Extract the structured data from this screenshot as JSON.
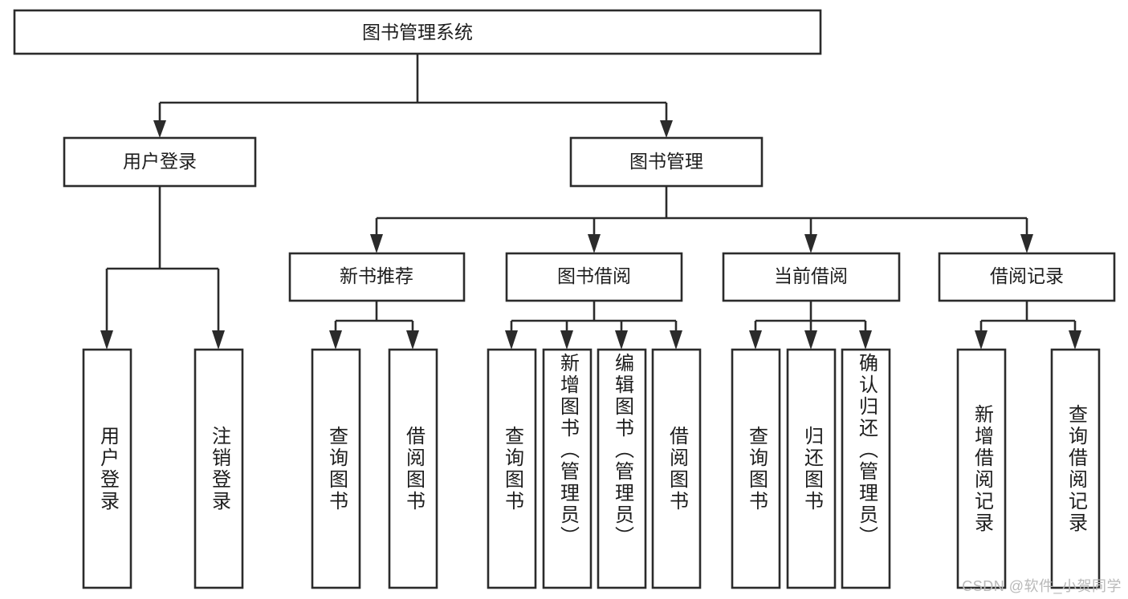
{
  "diagram": {
    "title": "图书管理系统",
    "watermark": "CSDN @软件_小贺同学",
    "colors": {
      "box_stroke": "#2b2b2b",
      "box_fill": "#ffffff",
      "connector": "#2b2b2b",
      "text": "#1d1d1d",
      "watermark": "#b9b9b9",
      "background": "#ffffff"
    },
    "root": {
      "label": "图书管理系统"
    },
    "level2": [
      {
        "id": "user-login",
        "label": "用户登录"
      },
      {
        "id": "book-manage",
        "label": "图书管理"
      }
    ],
    "level3": [
      {
        "id": "new-book-rec",
        "label": "新书推荐"
      },
      {
        "id": "book-borrow",
        "label": "图书借阅"
      },
      {
        "id": "current-borrow",
        "label": "当前借阅"
      },
      {
        "id": "borrow-record",
        "label": "借阅记录"
      }
    ],
    "leaves": {
      "user-login": [
        {
          "id": "leaf-user-login",
          "label": "用户登录"
        },
        {
          "id": "leaf-user-logout",
          "label": "注销登录"
        }
      ],
      "new-book-rec": [
        {
          "id": "leaf-query-book-1",
          "label": "查询图书"
        },
        {
          "id": "leaf-borrow-book-1",
          "label": "借阅图书"
        }
      ],
      "book-borrow": [
        {
          "id": "leaf-query-book-2",
          "label": "查询图书"
        },
        {
          "id": "leaf-add-book",
          "label": "新增图书（管理员）"
        },
        {
          "id": "leaf-edit-book",
          "label": "编辑图书（管理员）"
        },
        {
          "id": "leaf-borrow-book-2",
          "label": "借阅图书"
        }
      ],
      "current-borrow": [
        {
          "id": "leaf-query-book-3",
          "label": "查询图书"
        },
        {
          "id": "leaf-return-book",
          "label": "归还图书"
        },
        {
          "id": "leaf-confirm-return",
          "label": "确认归还（管理员）"
        }
      ],
      "borrow-record": [
        {
          "id": "leaf-add-record",
          "label": "新增借阅记录"
        },
        {
          "id": "leaf-query-record",
          "label": "查询借阅记录"
        }
      ]
    }
  }
}
